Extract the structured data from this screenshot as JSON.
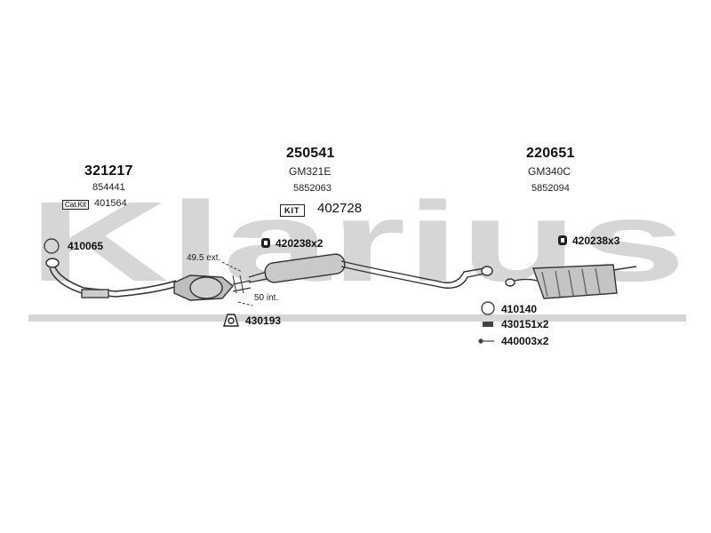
{
  "watermark": {
    "text": "Klarius",
    "color": "#d6d6d6"
  },
  "sections": {
    "front": {
      "part_number": "321217",
      "ref": "854441",
      "cat_kit_label": "Cat.Kit",
      "cat_kit_number": "401564",
      "ring_part": "410065"
    },
    "middle": {
      "part_number": "250541",
      "code": "GM321E",
      "ref": "5852063",
      "kit_label": "KIT",
      "kit_number": "402728",
      "mount_part": "420238x2",
      "ext_label": "49.5 ext.",
      "int_label": "50 int.",
      "clamp_part": "430193"
    },
    "rear": {
      "part_number": "220651",
      "code": "GM340C",
      "ref": "5852094",
      "mount_part": "420238x3",
      "ring_part": "410140",
      "clamp_part": "430151x2",
      "bolt_part": "440003x2"
    }
  }
}
